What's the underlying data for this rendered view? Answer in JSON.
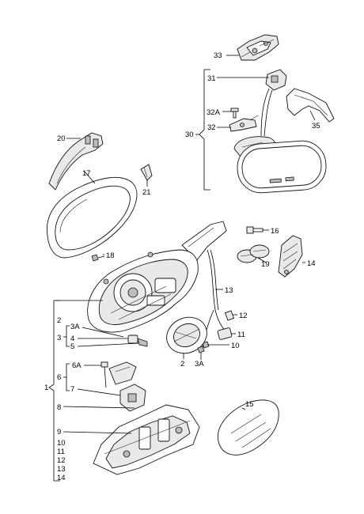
{
  "labels": {
    "p1": "1",
    "p2": "2",
    "p2b": "2",
    "p3": "3",
    "p3a": "3A",
    "p3a_b": "3A",
    "p4": "4",
    "p5": "5",
    "p6": "6",
    "p6a": "6A",
    "p7": "7",
    "p8": "8",
    "p9": "9",
    "p10": "10",
    "p10b": "10",
    "p11": "11",
    "p11b": "11",
    "p12": "12",
    "p12b": "12",
    "p13": "13",
    "p13b": "13",
    "p14": "14",
    "p14b": "14",
    "p15": "15",
    "p16": "16",
    "p17": "17",
    "p18": "18",
    "p19": "19",
    "p20": "20",
    "p21": "21",
    "p30": "30",
    "p31": "31",
    "p32": "32",
    "p32a": "32A",
    "p33": "33",
    "p35": "35"
  }
}
